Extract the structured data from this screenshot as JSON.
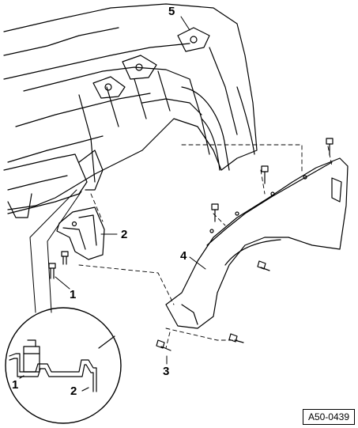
{
  "diagram": {
    "callouts": {
      "c1": "1",
      "c2": "2",
      "c3": "3",
      "c4": "4",
      "c5": "5"
    },
    "detail_callouts": {
      "d1": "1",
      "d2": "2"
    },
    "reference_code": "A50-0439"
  }
}
